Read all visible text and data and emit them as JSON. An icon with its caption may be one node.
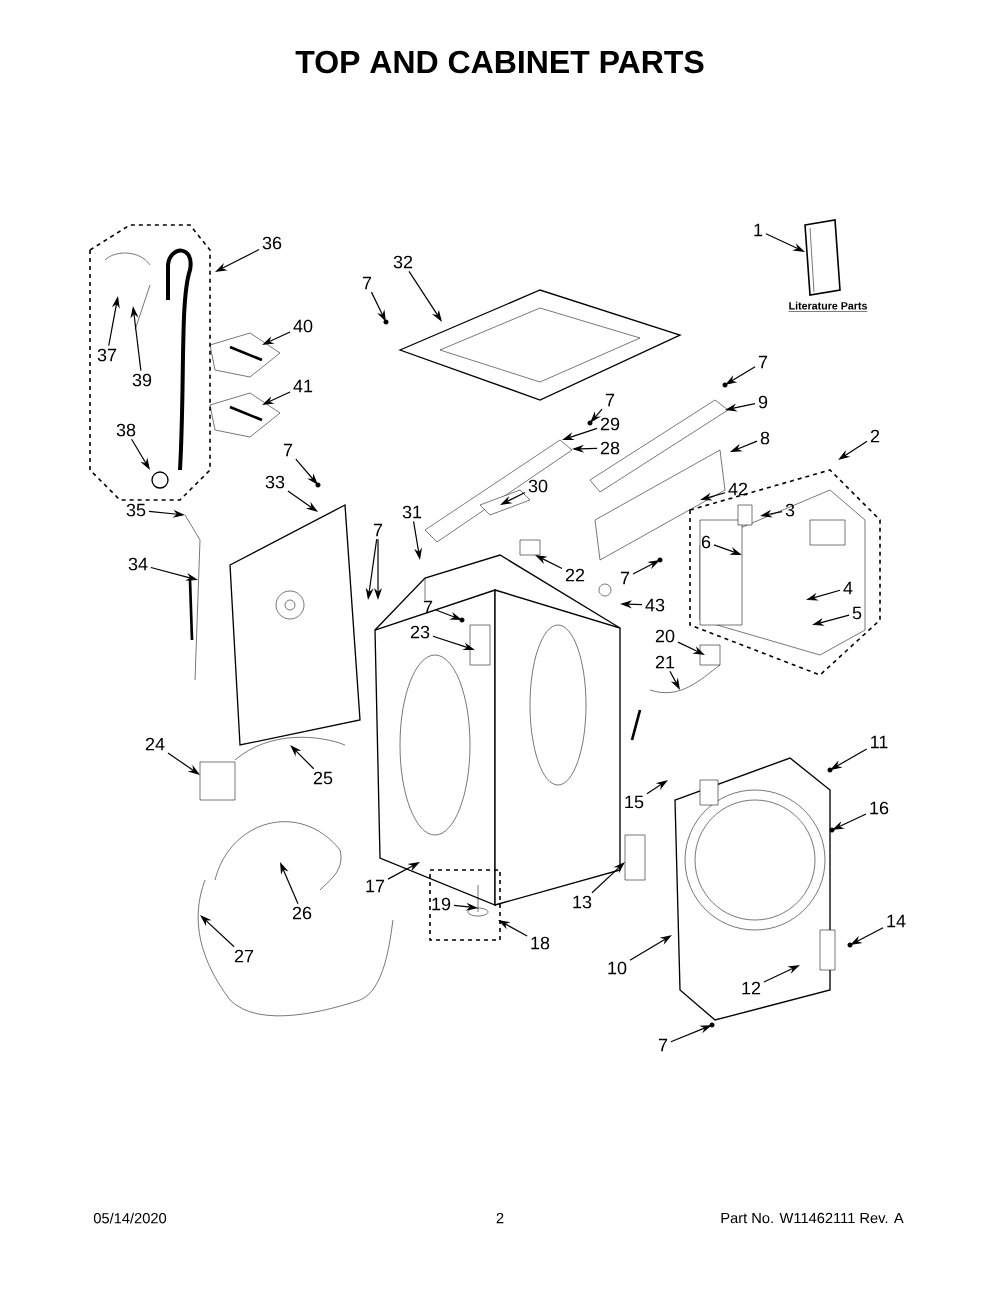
{
  "diagram": {
    "title": "TOP AND CABINET PARTS",
    "nodes": [
      {
        "text": [
          "1"
        ]
      },
      {
        "text": [
          "36"
        ]
      },
      {
        "text": [
          "32"
        ]
      },
      {
        "text": [
          "7"
        ]
      },
      {
        "text": [
          "40"
        ]
      },
      {
        "text": [
          "37"
        ]
      },
      {
        "text": [
          "39"
        ]
      },
      {
        "text": [
          "41"
        ]
      },
      {
        "text": [
          "7"
        ]
      },
      {
        "text": [
          "9"
        ]
      },
      {
        "text": [
          "7"
        ]
      },
      {
        "text": [
          "29"
        ]
      },
      {
        "text": [
          "28"
        ]
      },
      {
        "text": [
          "38"
        ]
      },
      {
        "text": [
          "8"
        ]
      },
      {
        "text": [
          "2"
        ]
      },
      {
        "text": [
          "7"
        ]
      },
      {
        "text": [
          "33"
        ]
      },
      {
        "text": [
          "42"
        ]
      },
      {
        "text": [
          "30"
        ]
      },
      {
        "text": [
          "3"
        ]
      },
      {
        "text": [
          "35"
        ]
      },
      {
        "text": [
          "31"
        ]
      },
      {
        "text": [
          "7"
        ]
      },
      {
        "text": [
          "6"
        ]
      },
      {
        "text": [
          "34"
        ]
      },
      {
        "text": [
          "22"
        ]
      },
      {
        "text": [
          "7"
        ]
      },
      {
        "text": [
          "4"
        ]
      },
      {
        "text": [
          "43"
        ]
      },
      {
        "text": [
          "7"
        ]
      },
      {
        "text": [
          "5"
        ]
      },
      {
        "text": [
          "23"
        ]
      },
      {
        "text": [
          "20"
        ]
      },
      {
        "text": [
          "21"
        ]
      },
      {
        "text": [
          "24"
        ]
      },
      {
        "text": [
          "11"
        ]
      },
      {
        "text": [
          "25"
        ]
      },
      {
        "text": [
          "15"
        ]
      },
      {
        "text": [
          "16"
        ]
      },
      {
        "text": [
          "13"
        ]
      },
      {
        "text": [
          "17"
        ]
      },
      {
        "text": [
          "19"
        ]
      },
      {
        "text": [
          "26"
        ]
      },
      {
        "text": [
          "14"
        ]
      },
      {
        "text": [
          "18"
        ]
      },
      {
        "text": [
          "27"
        ]
      },
      {
        "text": [
          "10"
        ]
      },
      {
        "text": [
          "12"
        ]
      },
      {
        "text": [
          "7"
        ]
      }
    ],
    "edges": [
      {
        "from": 0,
        "to": null,
        "arrow": "to"
      },
      {
        "from": 1,
        "to": null,
        "arrow": "to"
      },
      {
        "from": 2,
        "to": null,
        "arrow": "to"
      },
      {
        "from": 3,
        "to": null,
        "arrow": "to"
      },
      {
        "from": 4,
        "to": null,
        "arrow": "to"
      },
      {
        "from": 5,
        "to": null,
        "arrow": "to"
      },
      {
        "from": 6,
        "to": null,
        "arrow": "to"
      },
      {
        "from": 7,
        "to": null,
        "arrow": "to"
      },
      {
        "from": 8,
        "to": null,
        "arrow": "to"
      },
      {
        "from": 9,
        "to": null,
        "arrow": "to"
      },
      {
        "from": 10,
        "to": null,
        "arrow": "to"
      },
      {
        "from": 11,
        "to": null,
        "arrow": "to"
      },
      {
        "from": 12,
        "to": null,
        "arrow": "to"
      },
      {
        "from": 13,
        "to": null,
        "arrow": "to"
      },
      {
        "from": 14,
        "to": null,
        "arrow": "to"
      },
      {
        "from": 15,
        "to": null,
        "arrow": "to"
      },
      {
        "from": 16,
        "to": null,
        "arrow": "to"
      },
      {
        "from": 17,
        "to": null,
        "arrow": "to"
      },
      {
        "from": 18,
        "to": null,
        "arrow": "to"
      },
      {
        "from": 19,
        "to": null,
        "arrow": "to"
      },
      {
        "from": 20,
        "to": null,
        "arrow": "to"
      },
      {
        "from": 21,
        "to": null,
        "arrow": "to"
      },
      {
        "from": 22,
        "to": null,
        "arrow": "to"
      },
      {
        "from": 23,
        "to": null,
        "arrow": "to"
      },
      {
        "from": 23,
        "to": null,
        "arrow": "to"
      },
      {
        "from": 24,
        "to": null,
        "arrow": "to"
      },
      {
        "from": 25,
        "to": null,
        "arrow": "to"
      },
      {
        "from": 26,
        "to": null,
        "arrow": "to"
      },
      {
        "from": 27,
        "to": null,
        "arrow": "to"
      },
      {
        "from": 28,
        "to": null,
        "arrow": "to"
      },
      {
        "from": 29,
        "to": null,
        "arrow": "to"
      },
      {
        "from": 30,
        "to": null,
        "arrow": "to"
      },
      {
        "from": 31,
        "to": null,
        "arrow": "to"
      },
      {
        "from": 32,
        "to": null,
        "arrow": "to"
      },
      {
        "from": 33,
        "to": null,
        "arrow": "to"
      },
      {
        "from": 34,
        "to": null,
        "arrow": "to"
      },
      {
        "from": 35,
        "to": null,
        "arrow": "to"
      },
      {
        "from": 36,
        "to": null,
        "arrow": "to"
      },
      {
        "from": 37,
        "to": null,
        "arrow": "to"
      },
      {
        "from": 38,
        "to": null,
        "arrow": "to"
      },
      {
        "from": 39,
        "to": null,
        "arrow": "to"
      },
      {
        "from": 40,
        "to": null,
        "arrow": "to"
      },
      {
        "from": 41,
        "to": null,
        "arrow": "to"
      },
      {
        "from": 42,
        "to": null,
        "arrow": "to"
      },
      {
        "from": 43,
        "to": null,
        "arrow": "to"
      },
      {
        "from": 44,
        "to": null,
        "arrow": "to"
      },
      {
        "from": 45,
        "to": null,
        "arrow": "to"
      },
      {
        "from": 46,
        "to": null,
        "arrow": "to"
      },
      {
        "from": 47,
        "to": null,
        "arrow": "to"
      },
      {
        "from": 48,
        "to": null,
        "arrow": "to"
      },
      {
        "from": 49,
        "to": null,
        "arrow": "to"
      }
    ],
    "labels": [
      "Literature Parts",
      "05/14/2020",
      "2",
      "Part No. W11462111 Rev. A"
    ]
  }
}
